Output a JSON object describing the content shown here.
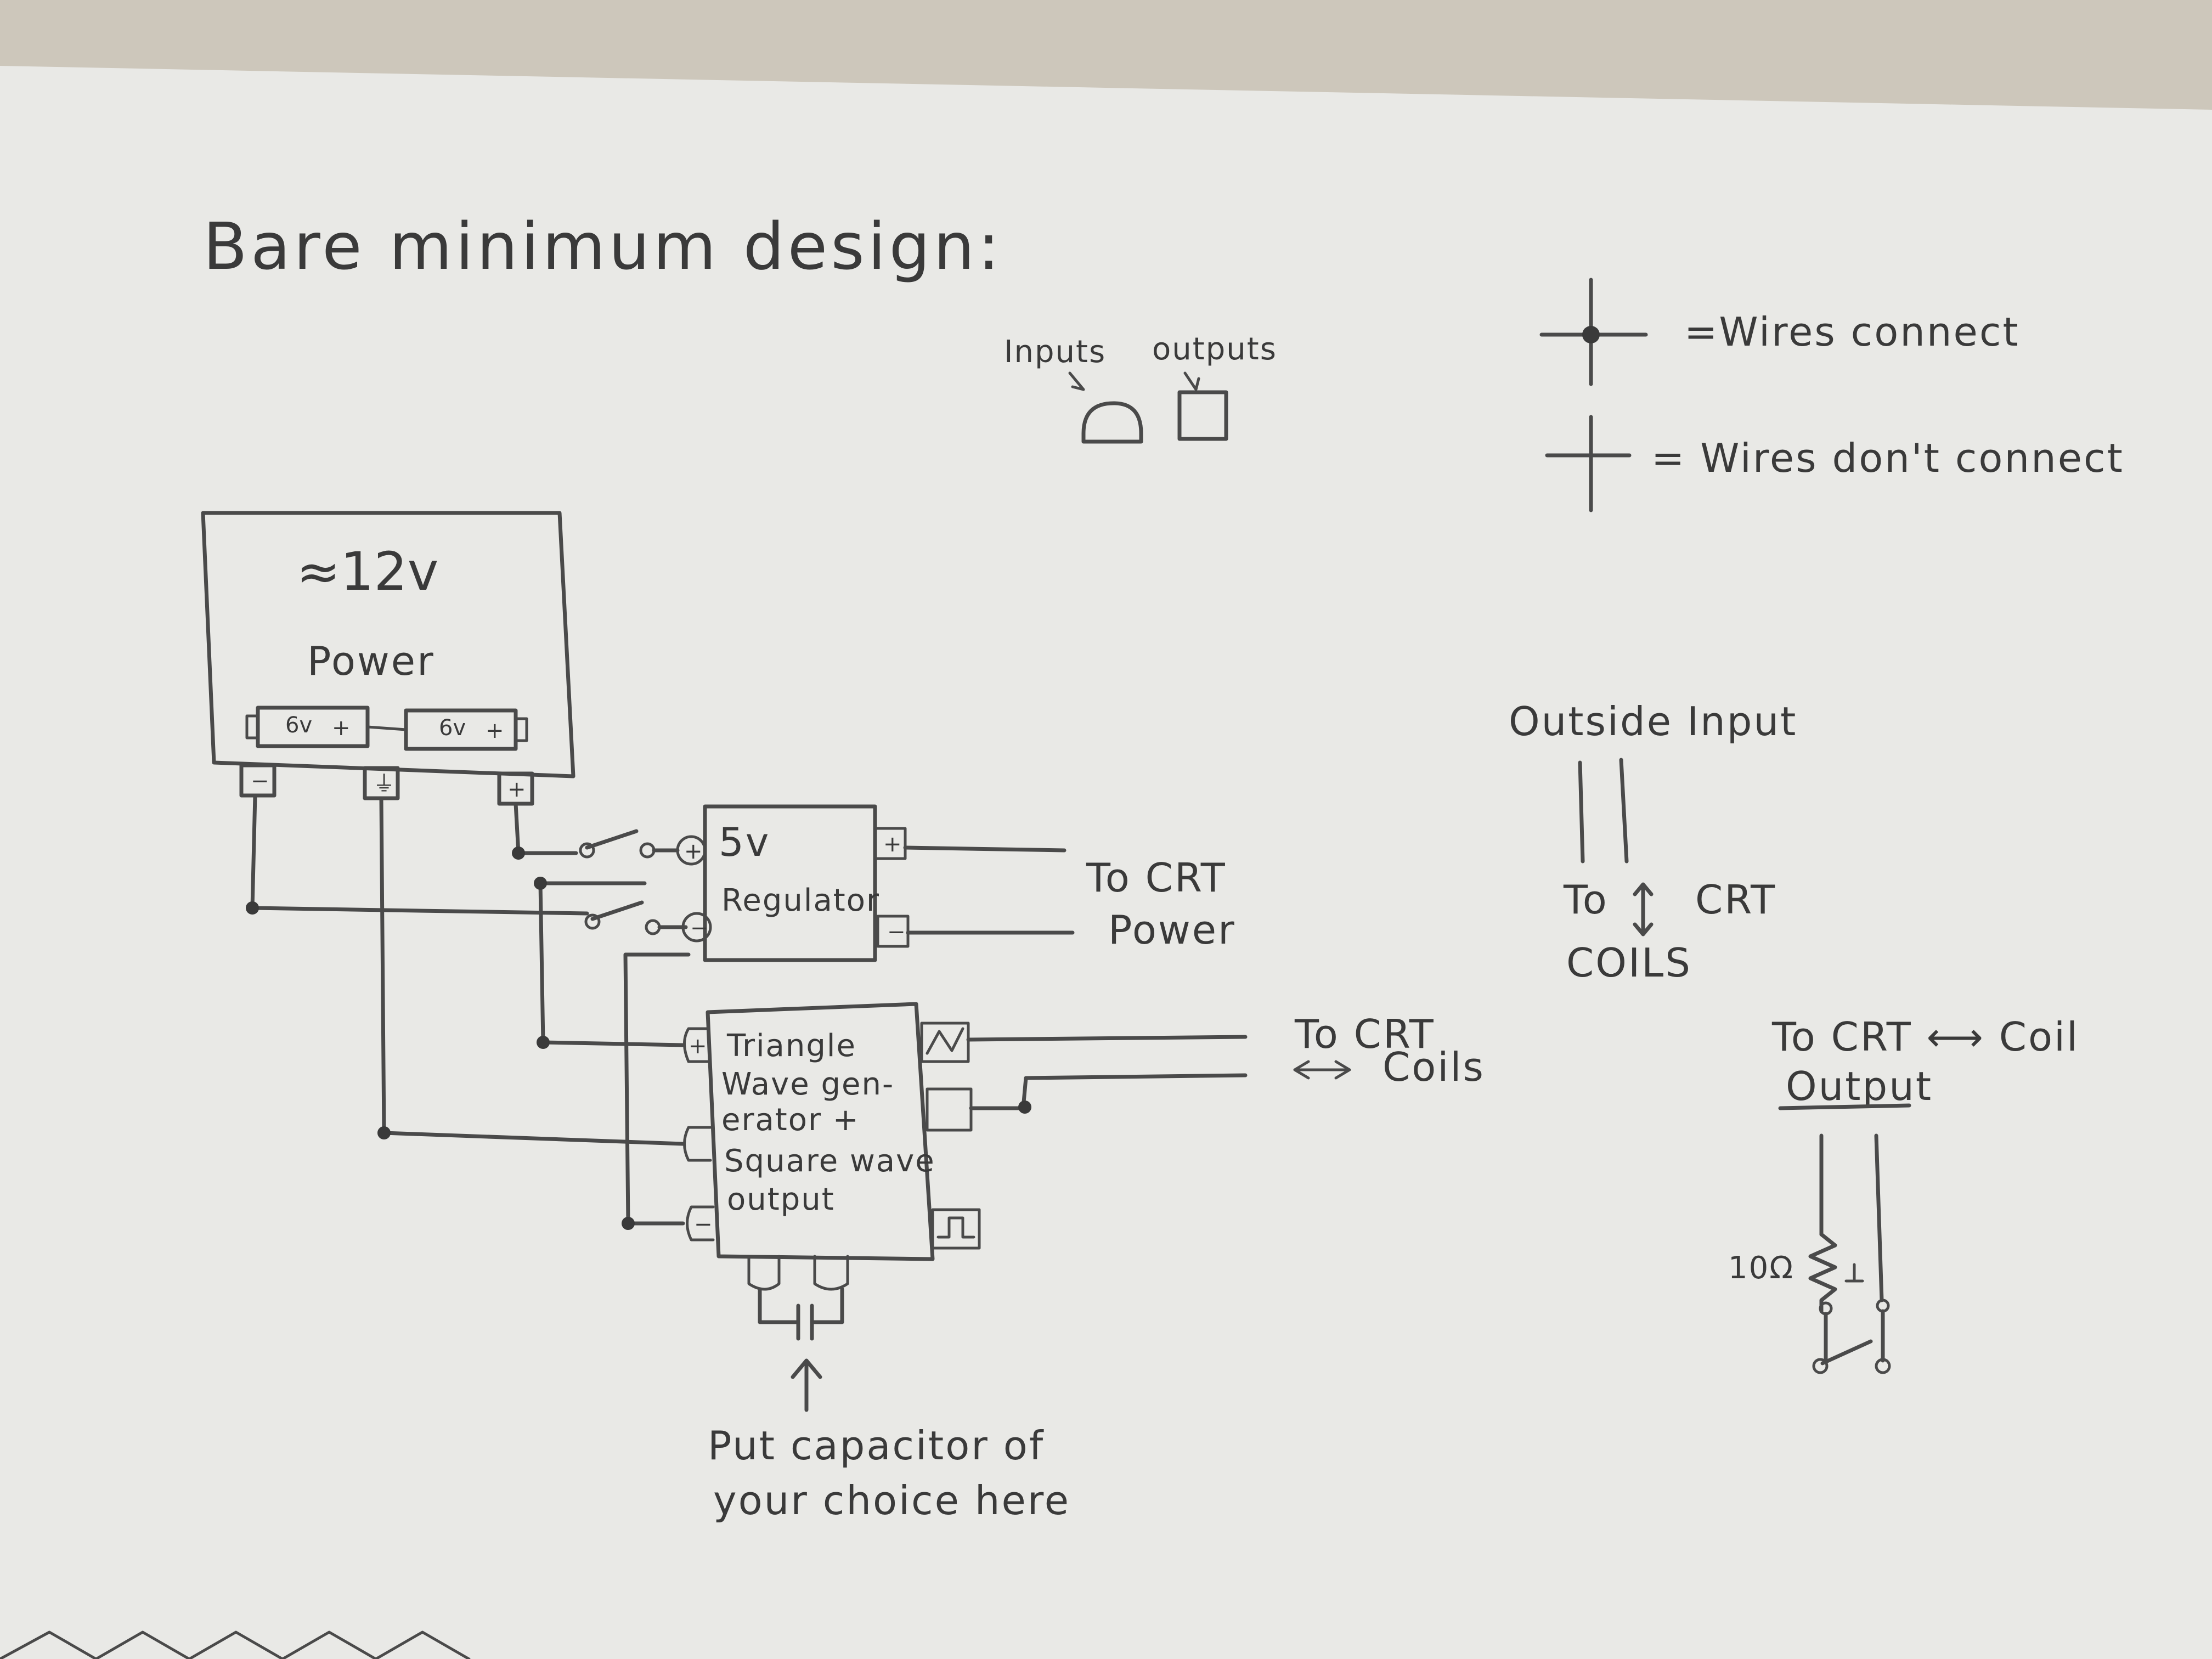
{
  "title": "Bare minimum design:",
  "legend_io": {
    "inputs": "Inputs",
    "outputs": "outputs"
  },
  "legend_wires": {
    "connect": "=Wires connect",
    "no_connect": "= Wires don't connect"
  },
  "power_block": {
    "voltage": "≈12v",
    "label": "Power",
    "cell1": "6v",
    "cell2": "6v",
    "plus": "+",
    "minus": "−",
    "ground": "⏚"
  },
  "regulator": {
    "label_line1": "5v",
    "label_line2": "Regulator",
    "plus": "+",
    "minus": "−"
  },
  "wave_gen": {
    "line1": "Triangle",
    "line2": "Wave gen-",
    "line3": "erator +",
    "line4": "Square wave",
    "line5": "output",
    "plus": "+",
    "minus": "−"
  },
  "to_crt_power": {
    "line1": "To CRT",
    "line2": "Power"
  },
  "to_crt_coils": {
    "line1": "To CRT",
    "line2": "Coils"
  },
  "outside_input": {
    "title": "Outside Input",
    "to": "To",
    "crt": "CRT",
    "coils": "COILS"
  },
  "coil_output": {
    "line1": "To CRT ⟷ Coil",
    "line2": "Output",
    "resistor": "10Ω"
  },
  "capacitor_note": {
    "line1": "Put capacitor of",
    "line2": "your choice here"
  }
}
